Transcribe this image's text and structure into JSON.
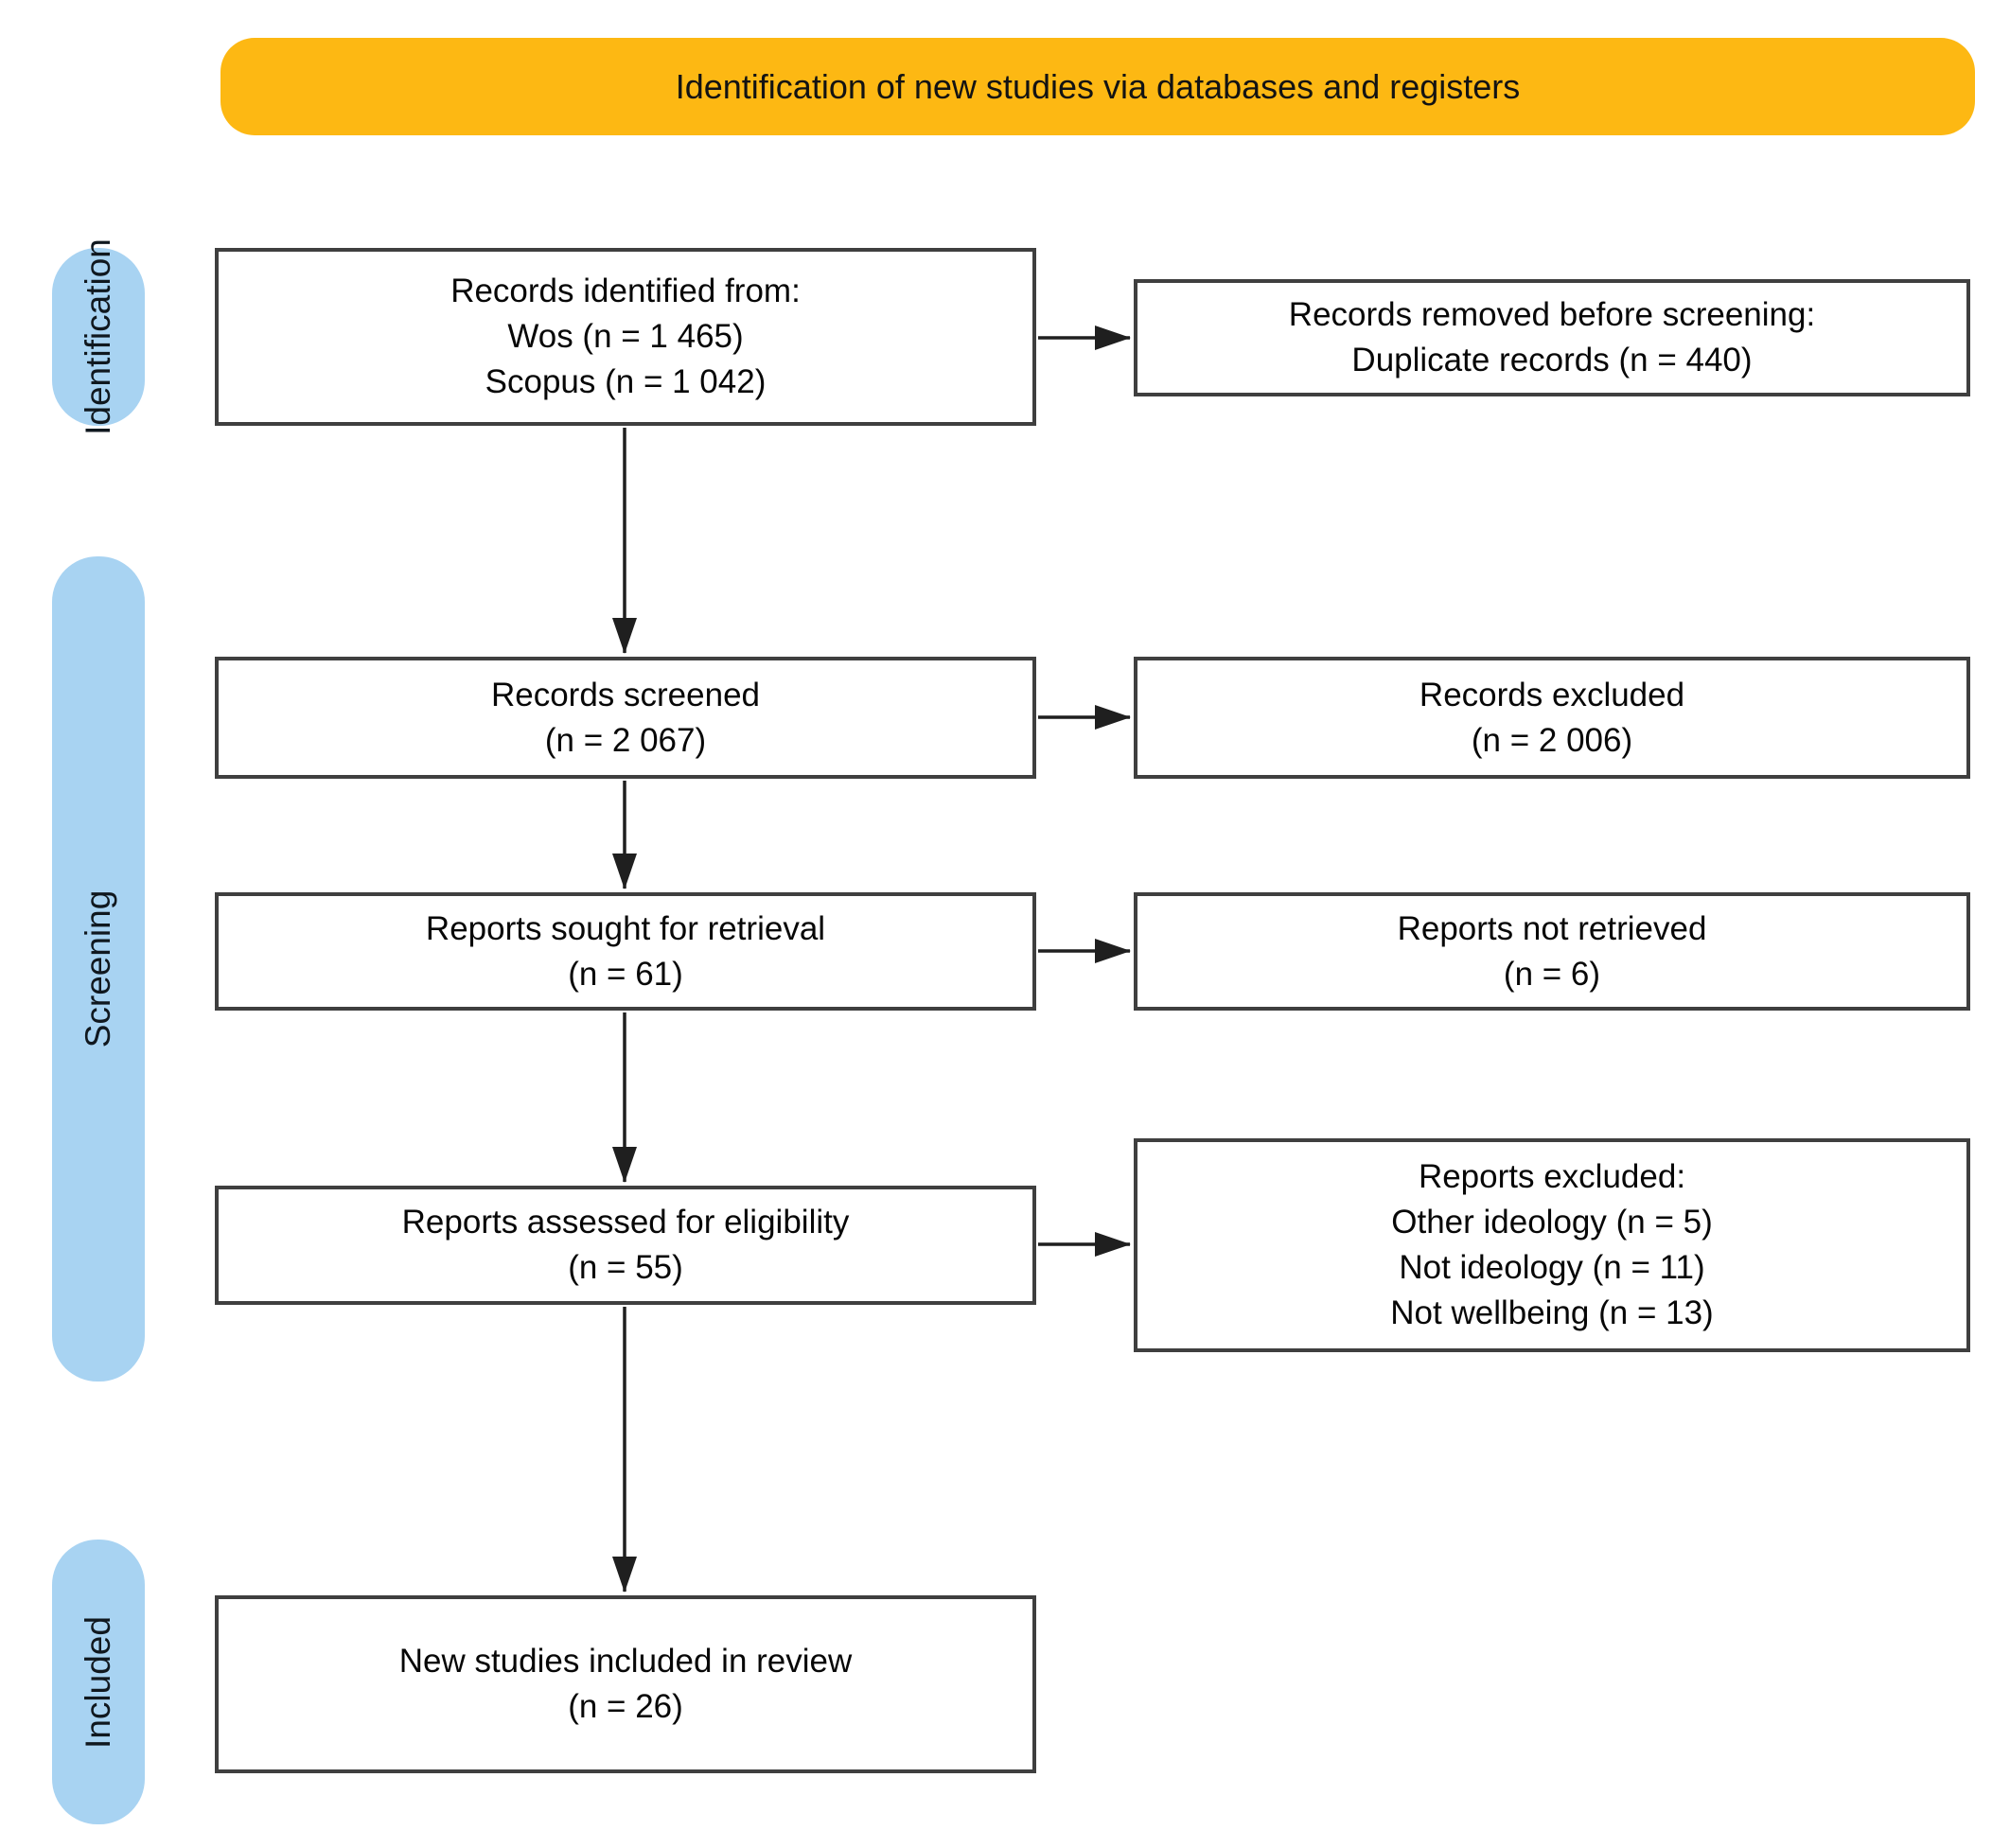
{
  "banner": {
    "label": "Identification of new studies via databases and registers"
  },
  "stages": [
    {
      "label": "Identification"
    },
    {
      "label": "Screening"
    },
    {
      "label": "Included"
    }
  ],
  "flow": {
    "records_identified": {
      "lines": [
        "Records identified from:",
        "Wos (n = 1 465)",
        "Scopus (n = 1 042)"
      ]
    },
    "records_removed": {
      "lines": [
        "Records removed before screening:",
        "Duplicate records (n = 440)"
      ]
    },
    "records_screened": {
      "lines": [
        "Records screened",
        "(n = 2 067)"
      ]
    },
    "records_excluded": {
      "lines": [
        "Records excluded",
        "(n = 2 006)"
      ]
    },
    "reports_sought": {
      "lines": [
        "Reports sought for retrieval",
        "(n = 61)"
      ]
    },
    "reports_not_retrieved": {
      "lines": [
        "Reports not retrieved",
        "(n = 6)"
      ]
    },
    "reports_assessed": {
      "lines": [
        "Reports assessed for eligibility",
        "(n = 55)"
      ]
    },
    "reports_excluded": {
      "lines": [
        "Reports excluded:",
        "Other ideology (n = 5)",
        "Not ideology (n = 11)",
        "Not wellbeing (n = 13)"
      ]
    },
    "studies_included": {
      "lines": [
        "New studies included in review",
        "(n = 26)"
      ]
    }
  },
  "colors": {
    "banner-bg": "#FDB813",
    "stage-bg": "#A8D3F2",
    "box-border": "#3F3F3F",
    "arrow": "#1F1F1F"
  }
}
